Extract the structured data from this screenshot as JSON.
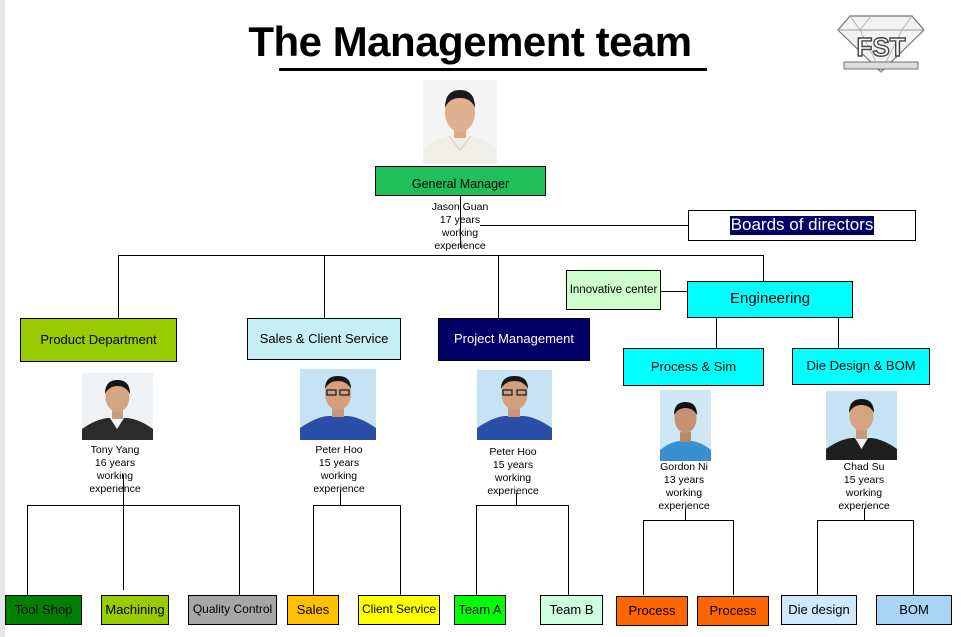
{
  "title": "The Management team",
  "logo": {
    "text": "FST",
    "subtext": ""
  },
  "gm": {
    "label": "General Manager",
    "name": "Jason  Guan",
    "years": "17 years",
    "l1": "working",
    "l2": "experience"
  },
  "board": {
    "label": "Boards of directors"
  },
  "innovative": {
    "label": "Innovative center"
  },
  "engineering": {
    "label": "Engineering"
  },
  "departments": {
    "product": {
      "label": "Product Department",
      "name": "Tony Yang",
      "years": "16 years",
      "l1": "working",
      "l2": "experience"
    },
    "sales": {
      "label": "Sales & Client Service",
      "name": "Peter Hoo",
      "years": "15 years",
      "l1": "working",
      "l2": "experience"
    },
    "project": {
      "label": "Project Management",
      "name": "Peter Hoo",
      "years": "15 years",
      "l1": "working",
      "l2": "experience"
    },
    "process": {
      "label": "Process & Sim",
      "name": "Gordon  Ni",
      "years": "13 years",
      "l1": "working",
      "l2": "experience"
    },
    "die": {
      "label": "Die  Design & BOM",
      "name": "Chad   Su",
      "years": "15 years",
      "l1": "working",
      "l2": "experience"
    }
  },
  "teams": {
    "tool_shop": "Tool Shop",
    "machining": "Machining",
    "quality_control": "Quality Control",
    "sales": "Sales",
    "client_service": "Client Service",
    "team_a": "Team A",
    "team_b": "Team  B",
    "process_1": "Process",
    "process_2": "Process",
    "die_design": "Die design",
    "bom": "BOM"
  },
  "colors": {
    "green": "#1fbf5a",
    "lime": "#99cc00",
    "light_cyan": "#c6eef5",
    "navy": "#000066",
    "cyan": "#00ffff",
    "light_green": "#ccffcc",
    "dark_green": "#008000",
    "gray": "#a6a6a6",
    "amber": "#ffc000",
    "yellow": "#ffff00",
    "bright_green": "#00ff00",
    "mint": "#ccffdd",
    "orange": "#ff6600",
    "light_blue": "#cfe8fb",
    "sky": "#a8d4f5"
  }
}
